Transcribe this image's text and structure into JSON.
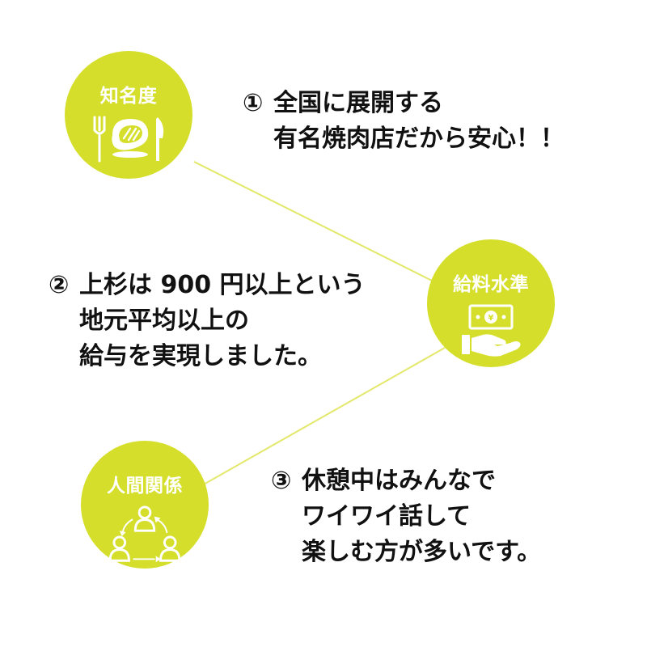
{
  "colors": {
    "accent": "#d5df2b",
    "connector": "#e3e86a",
    "text": "#111111",
    "icon": "#ffffff"
  },
  "nodes": [
    {
      "label": "知名度",
      "icon": "steak-fork-knife-icon"
    },
    {
      "label": "給料水準",
      "icon": "money-hand-icon"
    },
    {
      "label": "人間関係",
      "icon": "people-cycle-icon"
    }
  ],
  "points": [
    {
      "number": "①",
      "lines": [
        "全国に展開する",
        "有名焼肉店だから安心！！"
      ]
    },
    {
      "number": "②",
      "lines": [
        "上杉は 900 円以上という",
        "地元平均以上の",
        "給与を実現しました。"
      ]
    },
    {
      "number": "③",
      "lines": [
        "休憩中はみんなで",
        "ワイワイ話して",
        "楽しむ方が多いです。"
      ]
    }
  ]
}
